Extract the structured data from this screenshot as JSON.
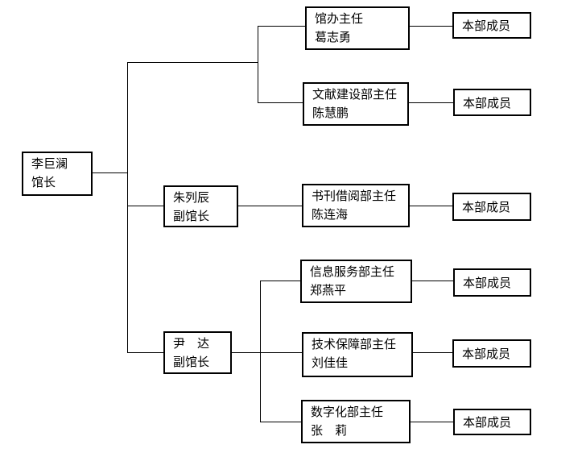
{
  "chart": {
    "director": {
      "name": "李巨澜",
      "title": "馆长"
    },
    "deputies": [
      {
        "name": "朱列辰",
        "title": "副馆长"
      },
      {
        "name": "尹　达",
        "title": "副馆长"
      }
    ],
    "departments": [
      {
        "title": "馆办主任",
        "name": "葛志勇"
      },
      {
        "title": "文献建设部主任",
        "name": "陈慧鹏"
      },
      {
        "title": "书刊借阅部主任",
        "name": "陈连海"
      },
      {
        "title": "信息服务部主任",
        "name": "郑燕平"
      },
      {
        "title": "技术保障部主任",
        "name": "刘佳佳"
      },
      {
        "title": "数字化部主任",
        "name": "张　莉"
      }
    ],
    "members": [
      {
        "label": "本部成员"
      },
      {
        "label": "本部成员"
      },
      {
        "label": "本部成员"
      },
      {
        "label": "本部成员"
      },
      {
        "label": "本部成员"
      },
      {
        "label": "本部成员"
      }
    ]
  }
}
